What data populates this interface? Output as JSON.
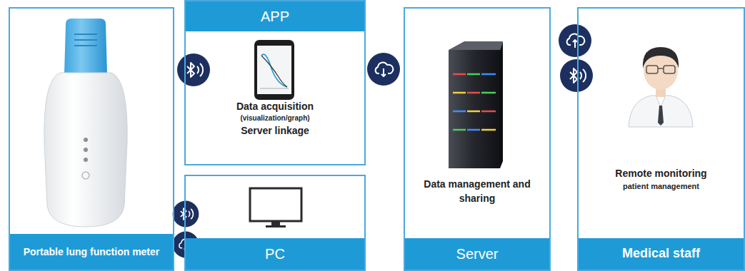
{
  "diagram": {
    "nodes": [
      {
        "text": [
          "Portable lung function meter"
        ]
      },
      {
        "text": [
          "APP",
          "Data acquisition",
          "(visualization/graph)",
          "Server linkage"
        ]
      },
      {
        "text": [
          "PC"
        ]
      },
      {
        "text": [
          "Data management and sharing",
          "Server"
        ]
      },
      {
        "text": [
          "Remote monitoring",
          "patient management",
          "Medical staff"
        ]
      }
    ]
  }
}
